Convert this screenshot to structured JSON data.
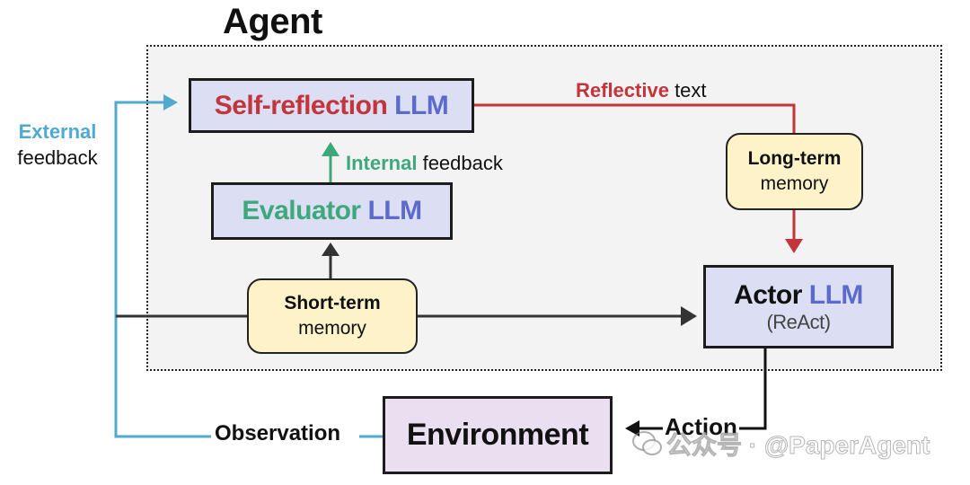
{
  "agent": {
    "title": "Agent"
  },
  "self_reflection": {
    "name": "Self-reflection",
    "suffix": "LLM"
  },
  "evaluator": {
    "name": "Evaluator",
    "suffix": "LLM"
  },
  "actor": {
    "name": "Actor",
    "suffix": "LLM",
    "subtitle": "(ReAct)"
  },
  "long_term_memory": {
    "line1": "Long-term",
    "line2": "memory"
  },
  "short_term_memory": {
    "line1": "Short-term",
    "line2": "memory"
  },
  "environment": {
    "label": "Environment"
  },
  "labels": {
    "reflective_strong": "Reflective",
    "reflective_rest": " text",
    "internal_strong": "Internal",
    "internal_rest": " feedback",
    "external_strong": "External",
    "external_rest": "feedback",
    "observation": "Observation",
    "action": "Action"
  },
  "watermark": {
    "text": "公众号 · @PaperAgent",
    "icon": "wechat-icon"
  },
  "colors": {
    "red": "#c2353b",
    "llm_blue": "#5b6acb",
    "green": "#3ea77c",
    "cyan": "#52a9cf",
    "llm_fill": "#dcdff3",
    "memory_fill": "#fdf2c8",
    "environment_fill": "#eadff0",
    "agent_bg": "#f3f3f3"
  }
}
